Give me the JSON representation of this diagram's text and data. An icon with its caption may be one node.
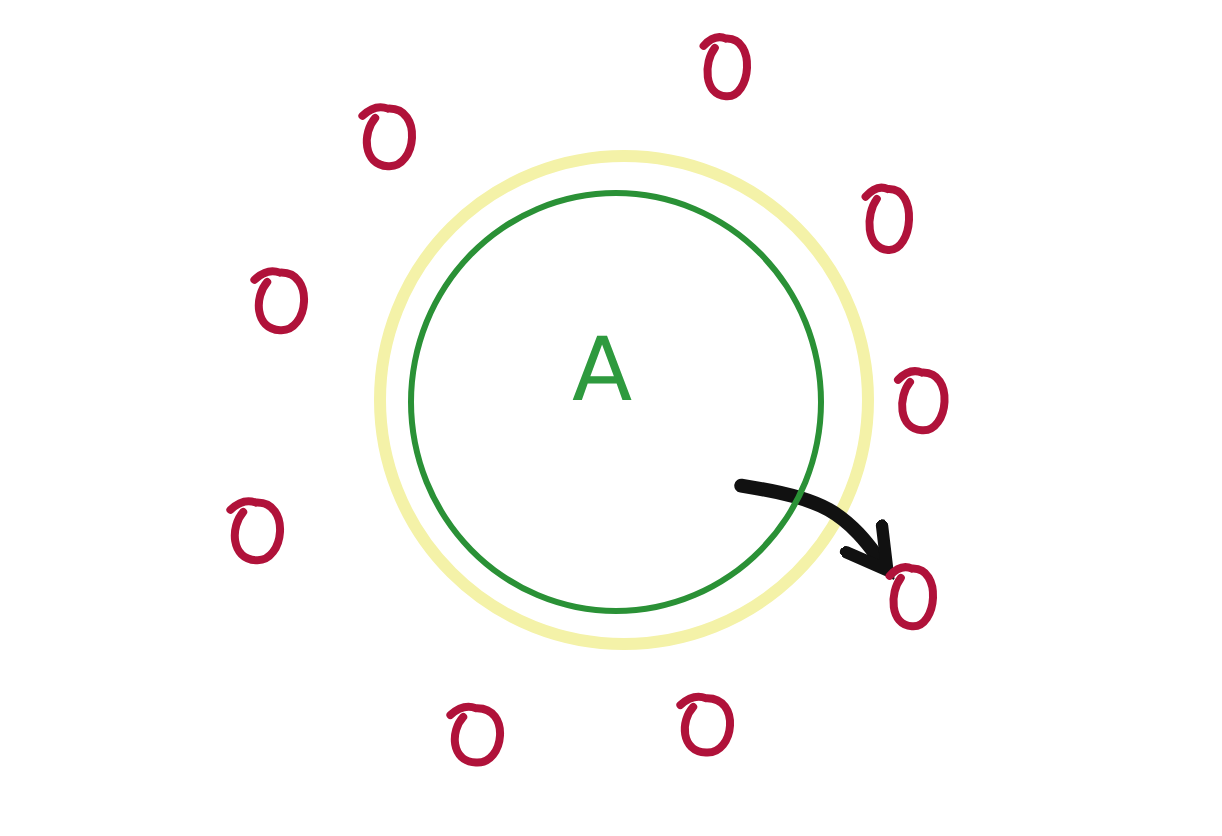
{
  "diagram": {
    "nodes": [
      {
        "text": [
          "A"
        ]
      },
      {
        "text": [],
        "shape": "circle"
      },
      {
        "text": [],
        "shape": "circle"
      },
      {
        "text": [],
        "shape": "circle"
      },
      {
        "text": [],
        "shape": "circle"
      },
      {
        "text": [],
        "shape": "circle"
      },
      {
        "text": [],
        "shape": "circle"
      },
      {
        "text": [],
        "shape": "circle"
      },
      {
        "text": [],
        "shape": "circle"
      },
      {
        "text": [],
        "shape": "circle"
      }
    ],
    "edges": [
      {
        "from": 0,
        "to": 7,
        "arrow": "to"
      }
    ]
  }
}
